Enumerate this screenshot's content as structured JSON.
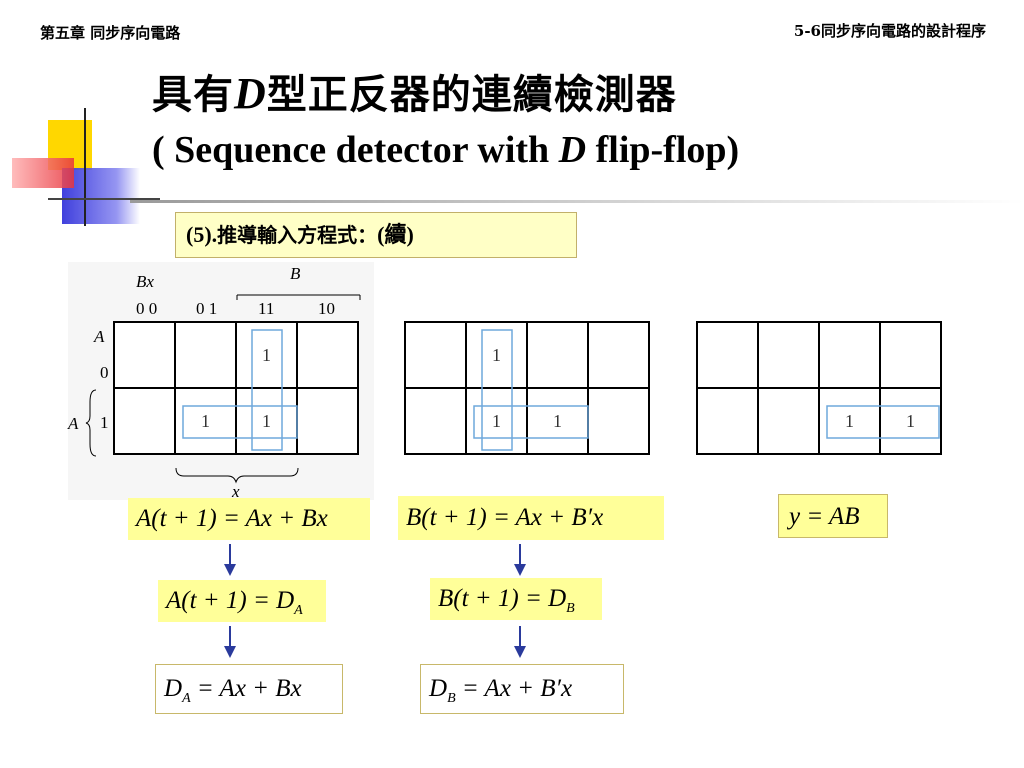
{
  "header": {
    "left": "第五章 同步序向電路",
    "right": "5-6同步序向電路的設計程序"
  },
  "title": {
    "line1_pre": "具有",
    "line1_italic": "D",
    "line1_post": "型正反器的連續檢測器",
    "line2_pre": "( Sequence detector with ",
    "line2_italic": "D",
    "line2_post": " flip-flop)"
  },
  "note": {
    "prefix": "(5).",
    "text": "推導輸入方程式：",
    "suffix": "(續)"
  },
  "kmap": {
    "var_row": "Bx",
    "var_col_group": "B",
    "col_headers": [
      "0 0",
      "0 1",
      "11",
      "10"
    ],
    "row_var": "A",
    "row_headers": [
      "0",
      "1"
    ],
    "row_brace_label": "A",
    "bottom_label": "x",
    "maps": [
      {
        "name": "A(t+1)",
        "cells": [
          [
            "",
            "",
            "1",
            ""
          ],
          [
            "",
            "1",
            "1",
            ""
          ]
        ]
      },
      {
        "name": "B(t+1)",
        "cells": [
          [
            "",
            "1",
            "",
            ""
          ],
          [
            "",
            "1",
            "1",
            ""
          ]
        ]
      },
      {
        "name": "y",
        "cells": [
          [
            "",
            "",
            "",
            ""
          ],
          [
            "",
            "",
            "1",
            "1"
          ]
        ]
      }
    ]
  },
  "equations": {
    "a_next": "A(t + 1) = Ax + Bx",
    "a_d": "A(t + 1) = D",
    "a_d_sub": "A",
    "da_lhs": "D",
    "da_sub": "A",
    "da_rhs": " = Ax + Bx",
    "b_next": "B(t + 1) = Ax + B′x",
    "b_d": "B(t + 1) = D",
    "b_d_sub": "B",
    "db_lhs": "D",
    "db_sub": "B",
    "db_rhs": " = Ax + B′x",
    "y": "y = AB"
  },
  "colors": {
    "box_yellow": "#ffff99",
    "note_yellow": "#ffffc6",
    "arrow": "#2a3a9c",
    "loop": "#6fa8dc",
    "logo_yellow": "#ffd700",
    "logo_red": "#e8343c",
    "logo_blue": "#2b2bd9"
  }
}
